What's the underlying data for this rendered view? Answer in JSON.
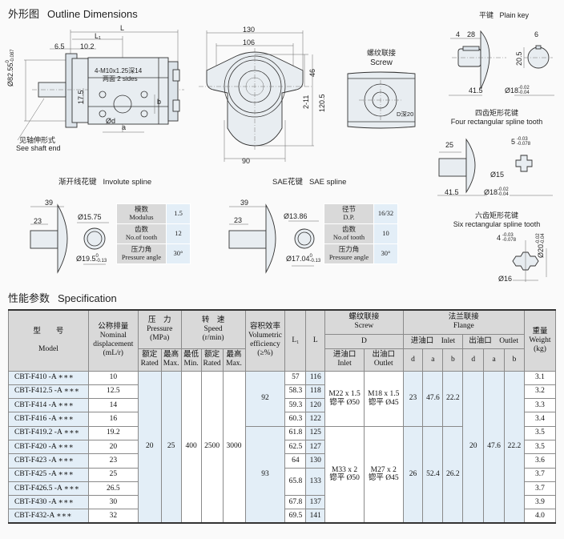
{
  "outline": {
    "title_cn": "外形图",
    "title_en": "Outline Dimensions",
    "side_view": {
      "dims": {
        "L": "L",
        "L1": "L₁",
        "d6_5": "6.5",
        "d10_2": "10.2",
        "dia": "Ø82.55",
        "dia_tol_upper": "0",
        "dia_tol_lower": "-0.087",
        "d17_5": "17.5",
        "a": "a",
        "b": "b",
        "d": "Ød"
      },
      "thread_note_1": "4-M10x1.25深14",
      "thread_note_2": "两面 2 sides",
      "shaft_note_cn": "见轴伸形式",
      "shaft_note_en": "See shaft end"
    },
    "front_view": {
      "dims": {
        "w130": "130",
        "w106": "106",
        "w90": "90",
        "h46": "46",
        "h2_11": "2-11",
        "h120_5": "120.5"
      }
    },
    "screw_view": {
      "title_cn": "螺纹联接",
      "title_en": "Screw",
      "note": "D深20"
    }
  },
  "plain_key": {
    "title_cn": "平键",
    "title_en": "Plain key",
    "dims": {
      "d4": "4",
      "d28": "28",
      "d41_5": "41.5",
      "d6": "6",
      "d20_5": "20.5",
      "dia": "Ø18",
      "tol_upper": "-0.02",
      "tol_lower": "-0.04"
    }
  },
  "four_spline": {
    "title_cn": "四齿矩形花键",
    "title_en": "Four rectangular spline tooth",
    "dims": {
      "d25": "25",
      "d41_5": "41.5",
      "w5": "5",
      "w5_upper": "-0.03",
      "w5_lower": "-0.078",
      "d15": "Ø15",
      "dia": "Ø18",
      "tol_upper": "-0.02",
      "tol_lower": "-0.04"
    }
  },
  "six_spline": {
    "title_cn": "六齿矩形花键",
    "title_en": "Six rectangular spline tooth",
    "dims": {
      "w4": "4",
      "w4_upper": "-0.03",
      "w4_lower": "-0.078",
      "dia20": "Ø20",
      "dia20_upper": "-0.02",
      "dia20_lower": "-0.04",
      "d16": "Ø16"
    }
  },
  "involute_spline": {
    "title_cn": "渐开线花键",
    "title_en": "Involute spline",
    "dims": {
      "d39": "39",
      "d23": "23",
      "d15_75": "Ø15.75",
      "dia": "Ø19.5",
      "tol_upper": "0",
      "tol_lower": "-0.13"
    },
    "params": [
      {
        "cn": "模数",
        "en": "Modulus",
        "value": "1.5"
      },
      {
        "cn": "齿数",
        "en": "No.of tooth",
        "value": "12"
      },
      {
        "cn": "压力角",
        "en": "Pressure angle",
        "value": "30°"
      }
    ]
  },
  "sae_spline": {
    "title_cn": "SAE花键",
    "title_en": "SAE spline",
    "dims": {
      "d39": "39",
      "d23": "23",
      "d13_86": "Ø13.86",
      "dia": "Ø17.04",
      "tol_upper": "0",
      "tol_lower": "-0.13"
    },
    "params": [
      {
        "cn": "径节",
        "en": "D.P.",
        "value": "16/32"
      },
      {
        "cn": "齿数",
        "en": "No.of tooth",
        "value": "10"
      },
      {
        "cn": "压力角",
        "en": "Pressure angle",
        "value": "30°"
      }
    ]
  },
  "spec": {
    "title_cn": "性能参数",
    "title_en": "Specification",
    "headers": {
      "model_cn": "型　　号",
      "model_en": "Model",
      "disp_cn": "公称排量",
      "disp_en": "Nominal displacement",
      "disp_unit": "(mL/r)",
      "pressure_cn": "压　力",
      "pressure_en": "Pressure",
      "pressure_unit": "(MPa)",
      "rated_cn": "额定",
      "rated_en": "Rated",
      "max_cn": "最高",
      "max_en": "Max.",
      "min_cn": "最低",
      "min_en": "Min.",
      "speed_cn": "转　速",
      "speed_en": "Speed",
      "speed_unit": "(r/min)",
      "eff_cn": "容积效率",
      "eff_en": "Volumetric efficiency",
      "eff_unit": "(≥%)",
      "L1": "L₁",
      "L": "L",
      "screw_cn": "螺纹联接",
      "screw_en": "Screw",
      "D": "D",
      "inlet_cn": "进油口",
      "inlet_en": "Inlet",
      "outlet_cn": "出油口",
      "outlet_en": "Outlet",
      "flange_cn": "法兰联接",
      "flange_en": "Flange",
      "f_inlet": "进油口　Inlet",
      "f_outlet": "出油口　Outlet",
      "d": "d",
      "a": "a",
      "b": "b",
      "weight_cn": "重量",
      "weight_en": "Weight",
      "weight_unit": "(kg)"
    },
    "shared": {
      "pressure_rated": "20",
      "pressure_max": "25",
      "speed_min": "400",
      "speed_rated": "2500",
      "speed_max": "3000",
      "eff_group1": "92",
      "eff_group2": "93",
      "screw_g1_inlet_1": "M22 x 1.5",
      "screw_g1_inlet_2": "锪平 Ø50",
      "screw_g1_outlet_1": "M18 x 1.5",
      "screw_g1_outlet_2": "锪平 Ø45",
      "screw_g2_inlet_1": "M33 x 2",
      "screw_g2_inlet_2": "锪平 Ø50",
      "screw_g2_outlet_1": "M27 x 2",
      "screw_g2_outlet_2": "锪平 Ø45",
      "fin_g1_d": "23",
      "fin_g1_a": "47.6",
      "fin_g1_b": "22.2",
      "fin_g2_d": "26",
      "fin_g2_a": "52.4",
      "fin_g2_b": "26.2",
      "fout_d": "20",
      "fout_a": "47.6",
      "fout_b": "22.2",
      "L1_merged_25_26_5": "65.8",
      "L_merged_25_26_5": "133"
    },
    "rows": [
      {
        "model": "CBT-F410 -A ∗∗∗",
        "disp": "10",
        "L1": "57",
        "L": "116",
        "weight": "3.1"
      },
      {
        "model": "CBT-F412.5 -A ∗∗∗",
        "disp": "12.5",
        "L1": "58.3",
        "L": "118",
        "weight": "3.2"
      },
      {
        "model": "CBT-F414 -A ∗∗∗",
        "disp": "14",
        "L1": "59.3",
        "L": "120",
        "weight": "3.3"
      },
      {
        "model": "CBT-F416 -A ∗∗∗",
        "disp": "16",
        "L1": "60.3",
        "L": "122",
        "weight": "3.4"
      },
      {
        "model": "CBT-F419.2 -A ∗∗∗",
        "disp": "19.2",
        "L1": "61.8",
        "L": "125",
        "weight": "3.5"
      },
      {
        "model": "CBT-F420 -A ∗∗∗",
        "disp": "20",
        "L1": "62.5",
        "L": "127",
        "weight": "3.5"
      },
      {
        "model": "CBT-F423 -A ∗∗∗",
        "disp": "23",
        "L1": "64",
        "L": "130",
        "weight": "3.6"
      },
      {
        "model": "CBT-F425 -A ∗∗∗",
        "disp": "25",
        "L1": "65.8",
        "L": "133",
        "weight": "3.7"
      },
      {
        "model": "CBT-F426.5 -A ∗∗∗",
        "disp": "26.5",
        "L1": "65.8",
        "L": "133",
        "weight": "3.7"
      },
      {
        "model": "CBT-F430 -A ∗∗∗",
        "disp": "30",
        "L1": "67.8",
        "L": "137",
        "weight": "3.9"
      },
      {
        "model": "CBT-F432-A ∗∗∗",
        "disp": "32",
        "L1": "69.5",
        "L": "141",
        "weight": "4.0"
      }
    ]
  }
}
